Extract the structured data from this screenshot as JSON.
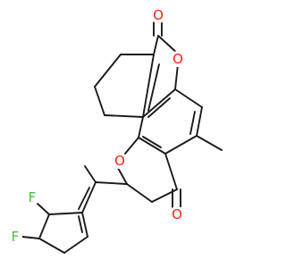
{
  "structure": {
    "atoms": [
      {
        "id": "o_carbonyl_top",
        "symbol": "O",
        "color": "#ff2010"
      },
      {
        "id": "o_lactone_ring",
        "symbol": "O",
        "color": "#ff2010"
      },
      {
        "id": "o_pyran_ring",
        "symbol": "O",
        "color": "#ff2010"
      },
      {
        "id": "o_ketone",
        "symbol": "O",
        "color": "#ff2010"
      },
      {
        "id": "f_ortho",
        "symbol": "F",
        "color": "#3fbf3f"
      },
      {
        "id": "f_para",
        "symbol": "F",
        "color": "#3fbf3f"
      }
    ],
    "bond_color": "#1a1a1a",
    "background": "#ffffff"
  }
}
